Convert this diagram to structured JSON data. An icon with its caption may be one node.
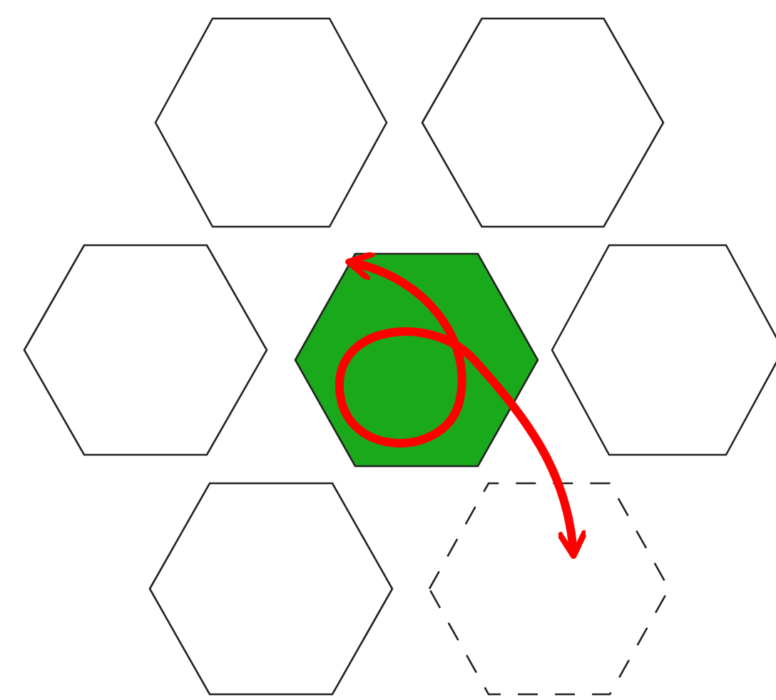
{
  "diagram": {
    "nodes": [
      {
        "text": [],
        "shape": "hexagon"
      },
      {
        "text": [],
        "shape": "hexagon"
      },
      {
        "text": [],
        "shape": "hexagon"
      },
      {
        "text": [],
        "shape": "hexagon"
      },
      {
        "text": [],
        "shape": "hexagon"
      },
      {
        "text": [],
        "shape": "hexagon"
      },
      {
        "text": [],
        "shape": "hexagon"
      }
    ],
    "edges": [
      {
        "from": 3,
        "to": 6,
        "arrow": "both"
      }
    ]
  }
}
